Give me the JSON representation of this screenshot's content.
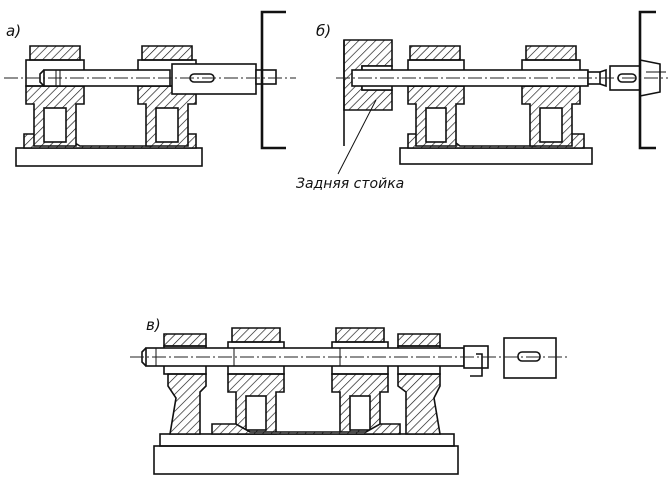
{
  "figure": {
    "labels": {
      "a": "а)",
      "b": "б)",
      "v": "в)"
    },
    "callouts": {
      "tailstock": "Задняя стойка"
    }
  }
}
